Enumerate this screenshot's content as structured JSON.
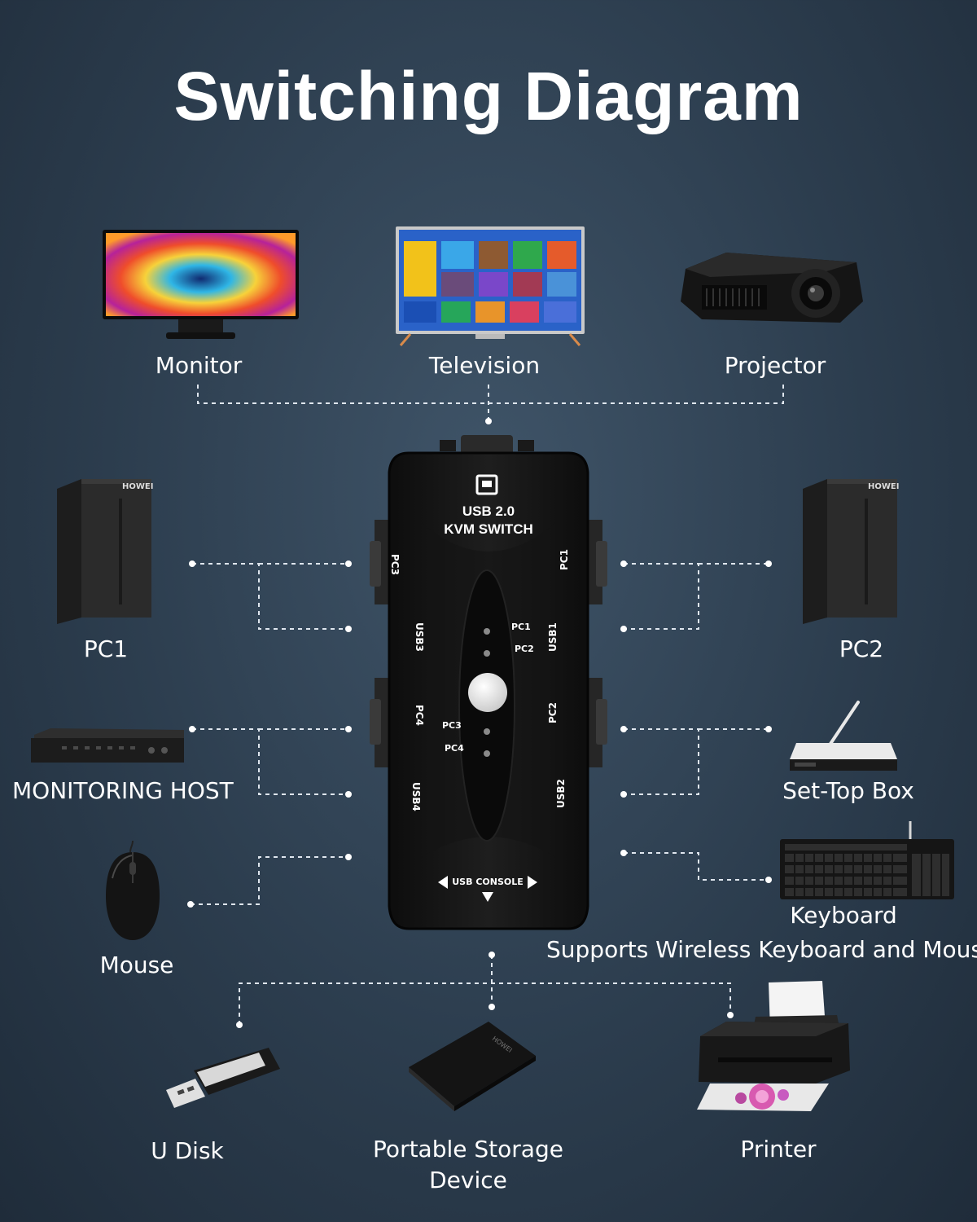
{
  "title": "Switching Diagram",
  "colors": {
    "line": "#dfe6ee",
    "device": "#111111",
    "accent": "#f0c040"
  },
  "top_devices": [
    "Monitor",
    "Television",
    "Projector"
  ],
  "left_devices": [
    "PC1",
    "MONITORING HOST",
    "Mouse"
  ],
  "right_devices": [
    "PC2",
    "Set-Top Box",
    "Keyboard"
  ],
  "bottom_devices": {
    "u_disk": "U Disk",
    "storage_line1": "Portable Storage",
    "storage_line2": "Device",
    "printer": "Printer"
  },
  "wireless_note": "Supports Wireless Keyboard and Mouse",
  "switch": {
    "line1": "USB 2.0",
    "line2": "KVM SWITCH",
    "ports_left": [
      "PC3",
      "USB3",
      "PC4",
      "USB4"
    ],
    "ports_right": [
      "PC1",
      "USB1",
      "PC2",
      "USB2"
    ],
    "leds_upper": [
      "PC1",
      "PC2"
    ],
    "leds_lower": [
      "PC3",
      "PC4"
    ],
    "console": "USB CONSOLE"
  },
  "brand": "HOWEI"
}
